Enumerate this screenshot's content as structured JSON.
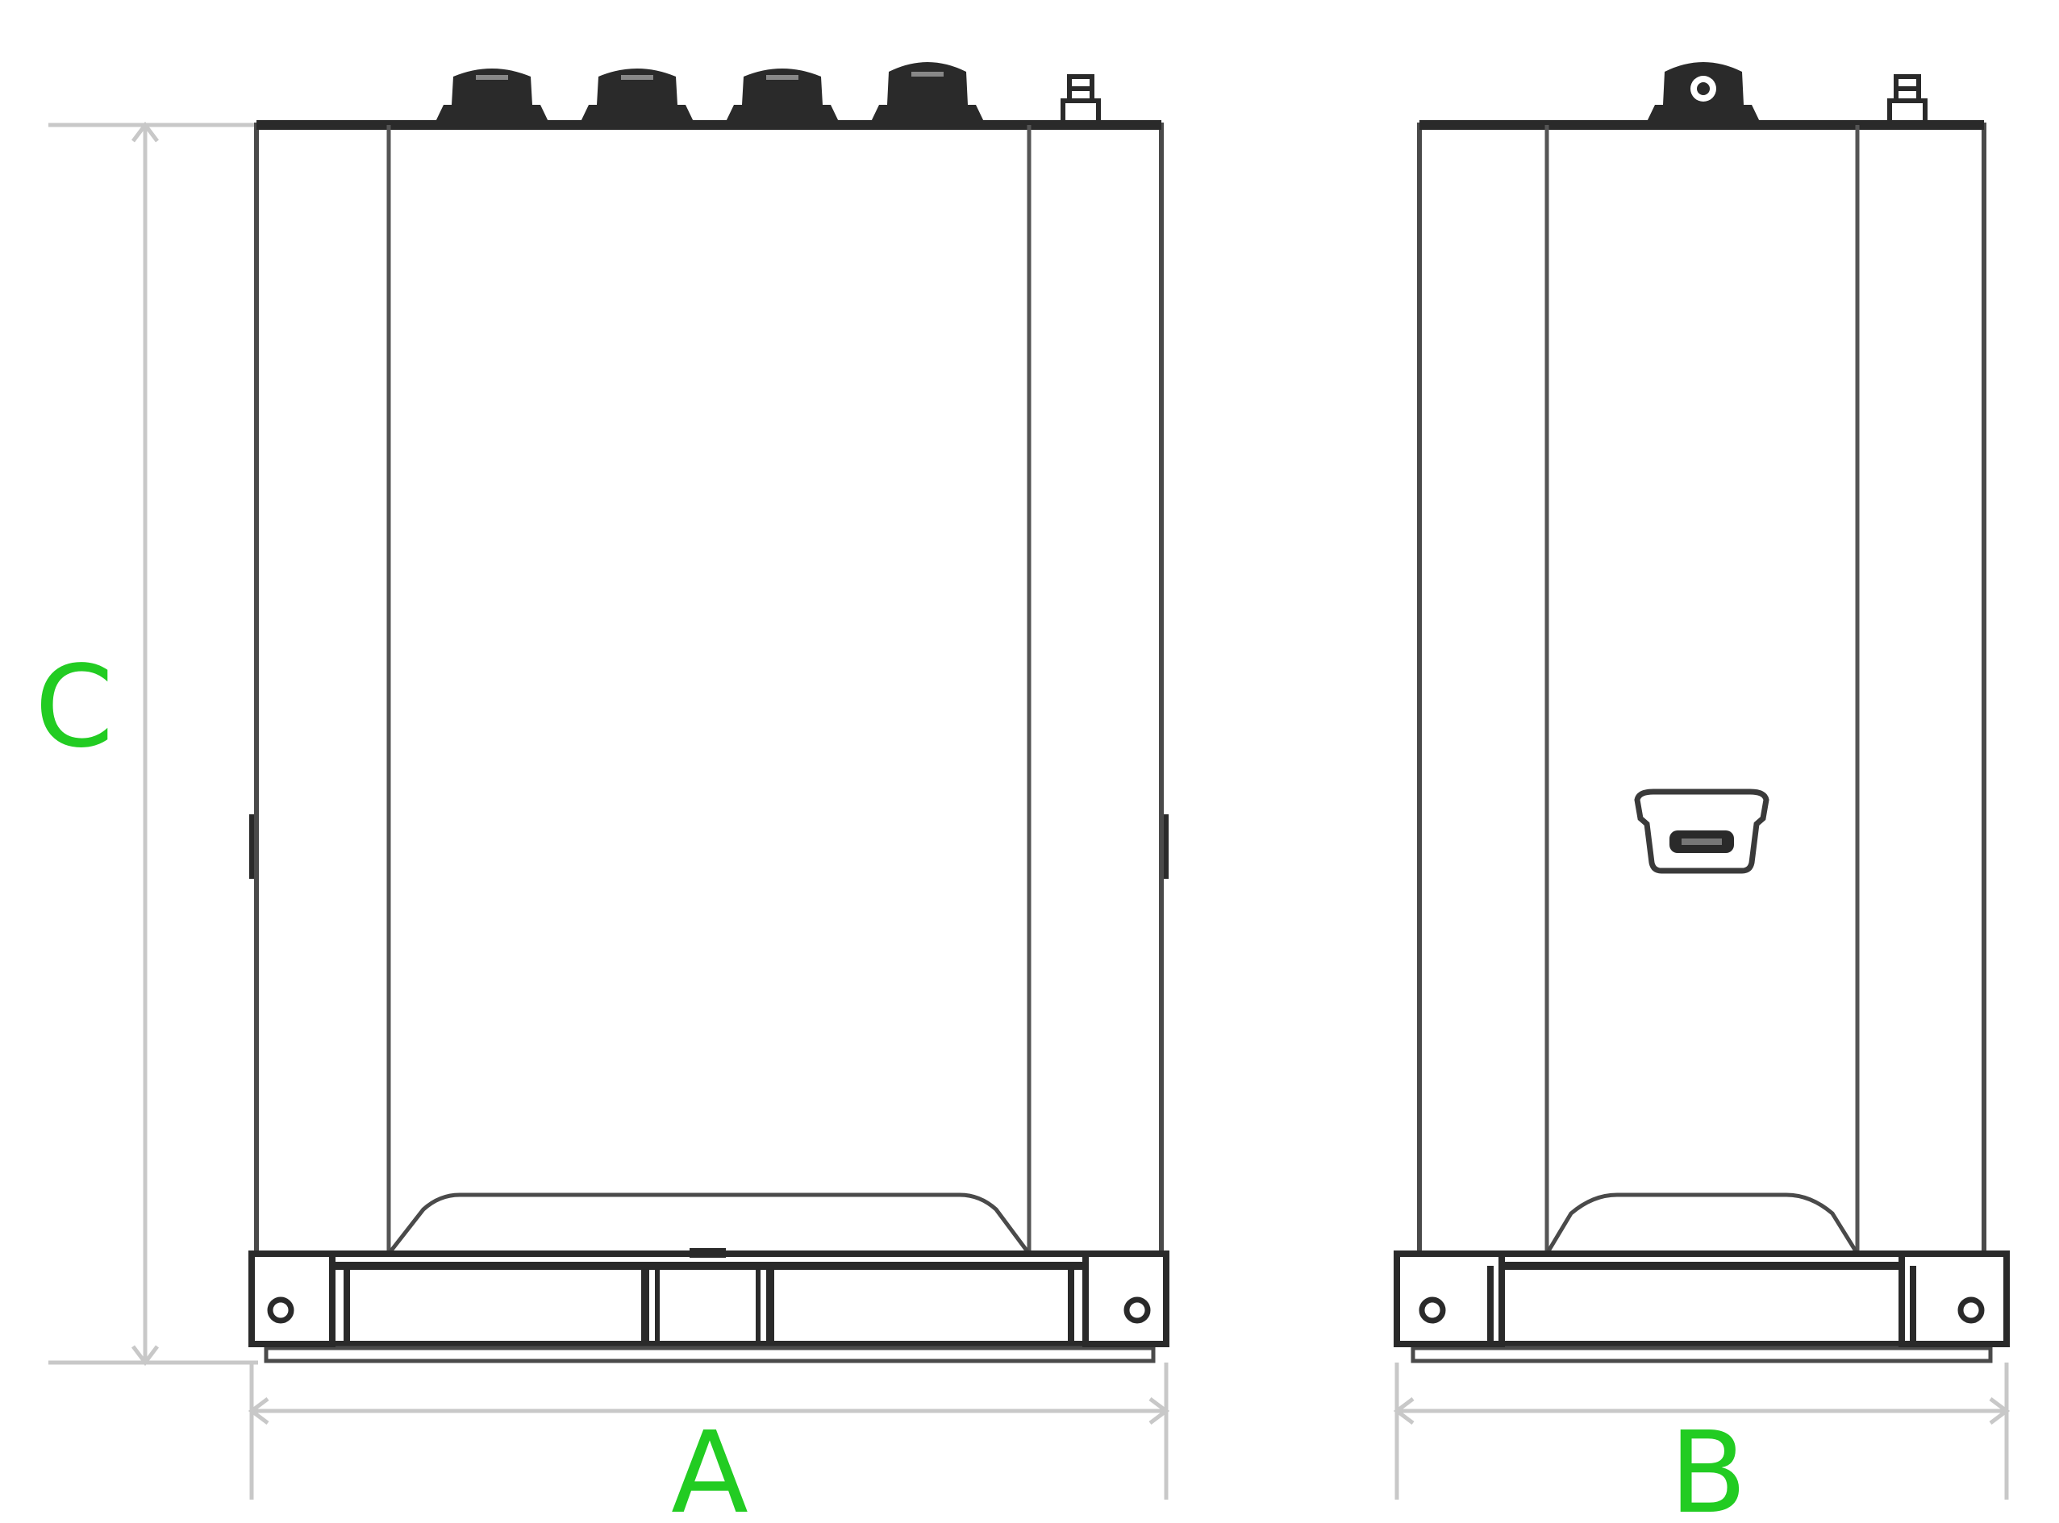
{
  "colors": {
    "outline": "#4a4a4a",
    "dark": "#2a2a2a",
    "dimension_line": "#c8c8c8",
    "label": "#22cc22",
    "background": "#ffffff"
  },
  "dimensions": {
    "width_label": "A",
    "depth_label": "B",
    "height_label": "C"
  },
  "views": {
    "front": {
      "cable_glands": 4,
      "antenna_connectors": 1
    },
    "side": {
      "cable_glands": 1,
      "antenna_connectors": 1,
      "connector": "usb-port-icon"
    }
  }
}
